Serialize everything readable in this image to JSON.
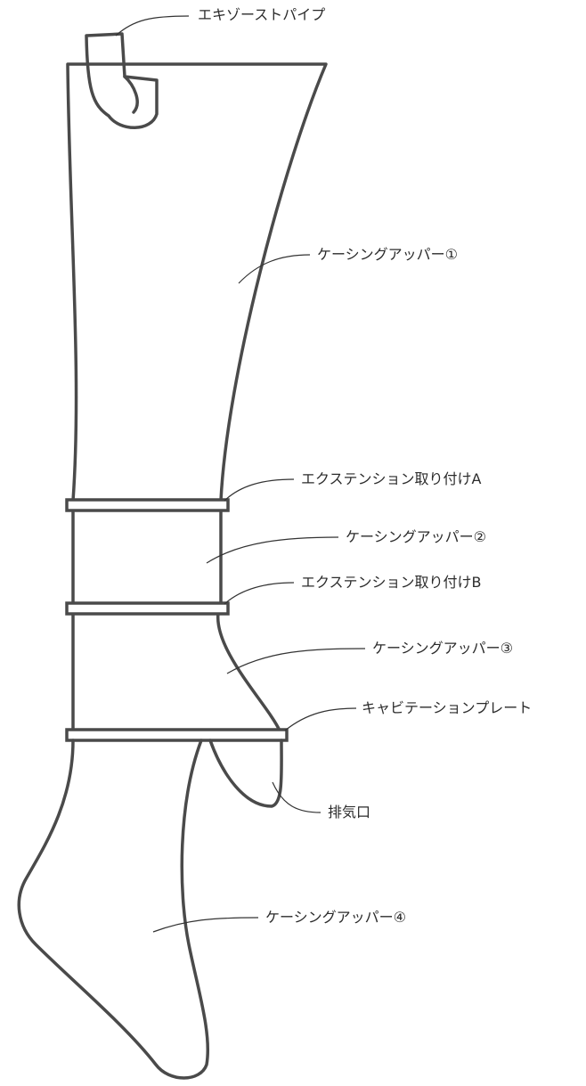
{
  "colors": {
    "line": "#4a4a4a",
    "leader": "#333333",
    "text": "#2b2b2b",
    "background": "#ffffff"
  },
  "labels": {
    "exhaust_pipe": "エキゾーストパイプ",
    "casing_upper_1": "ケーシングアッパー①",
    "extension_mount_a": "エクステンション取り付けA",
    "casing_upper_2": "ケーシングアッパー②",
    "extension_mount_b": "エクステンション取り付けB",
    "casing_upper_3": "ケーシングアッパー③",
    "cavitation_plate": "キャビテーションプレート",
    "exhaust_outlet": "排気口",
    "casing_upper_4": "ケーシングアッパー④"
  }
}
